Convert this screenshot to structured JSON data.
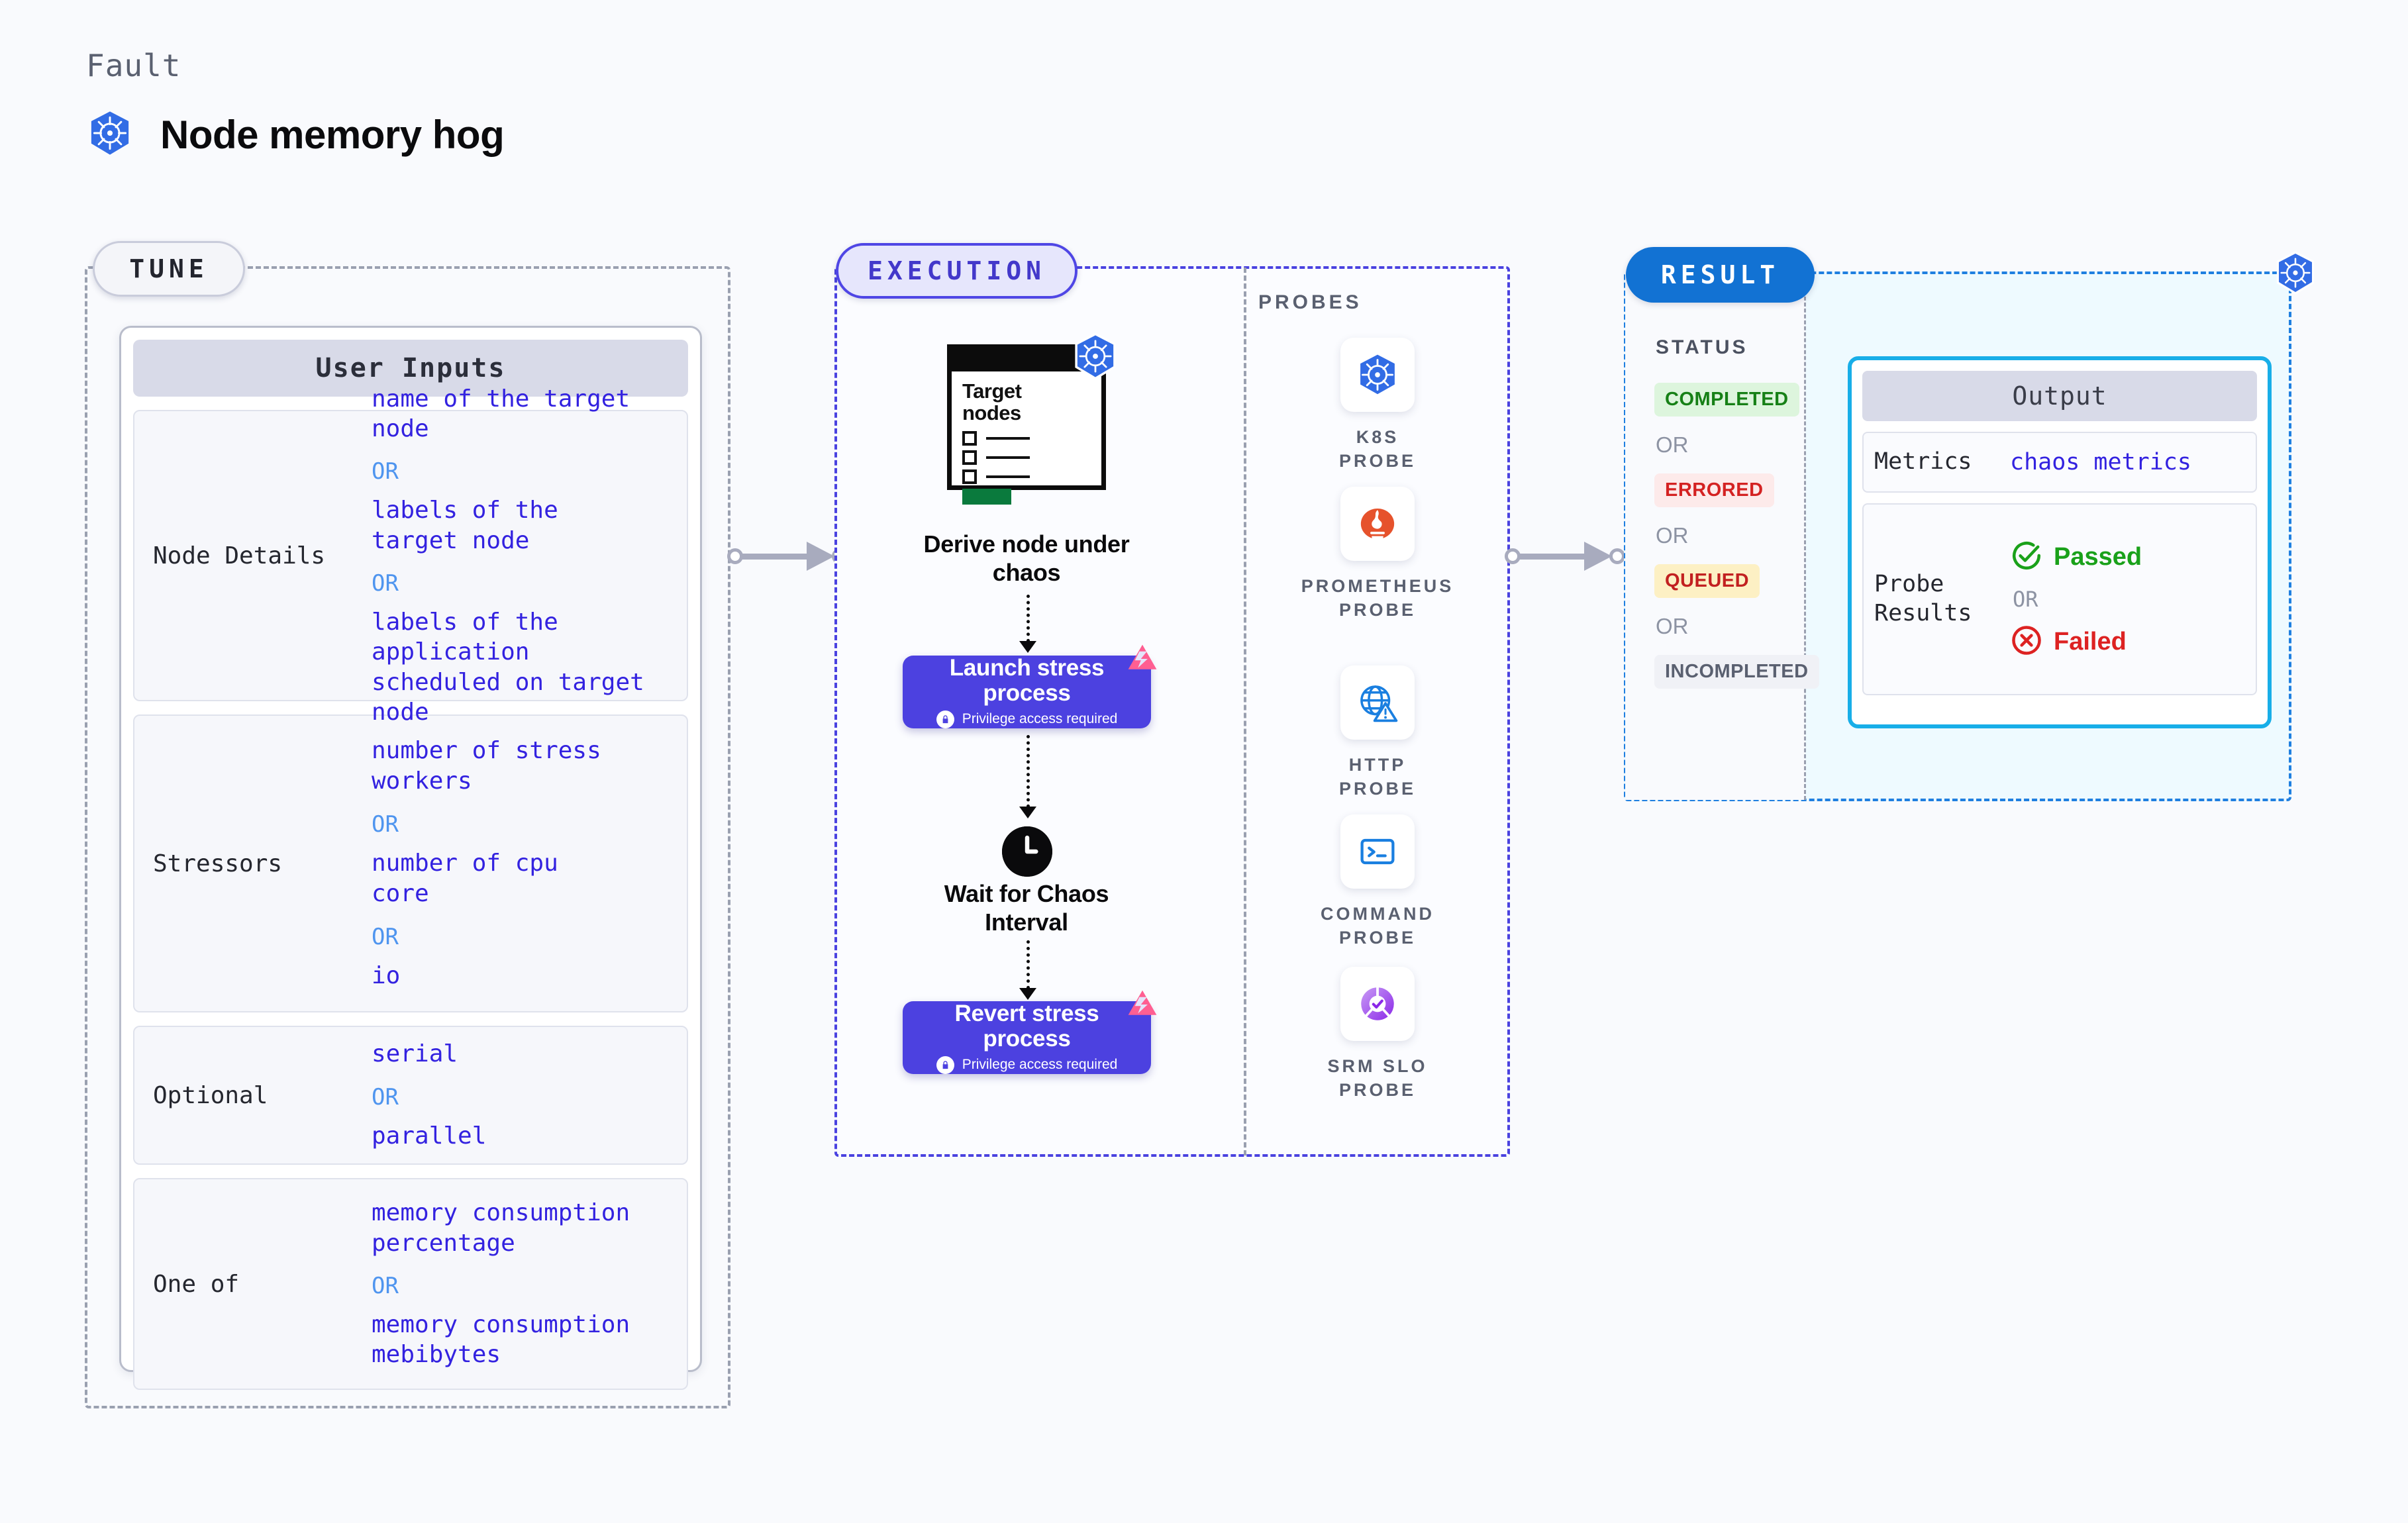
{
  "header": {
    "eyebrow": "Fault",
    "title": "Node memory hog",
    "icon": "kubernetes-icon"
  },
  "tune": {
    "tab_label": "TUNE",
    "card_title": "User Inputs",
    "rows": [
      {
        "key": "Node Details",
        "options": [
          "name of the target\nnode",
          "labels of the\ntarget node",
          "labels of the application\n scheduled on target node"
        ],
        "or_label": "OR"
      },
      {
        "key": "Stressors",
        "options": [
          "number of stress\nworkers",
          "number of cpu\ncore",
          "io"
        ],
        "or_label": "OR"
      },
      {
        "key": "Optional",
        "options": [
          "serial",
          "parallel"
        ],
        "or_label": "OR"
      },
      {
        "key": "One of",
        "options": [
          "memory consumption\npercentage",
          "memory consumption\nmebibytes"
        ],
        "or_label": "OR"
      }
    ]
  },
  "execution": {
    "tab_label": "EXECUTION",
    "node_window": {
      "title": "Target\nnodes",
      "badge_icon": "kubernetes-icon"
    },
    "steps": [
      {
        "caption": "Derive node under\nchaos"
      },
      {
        "title": "Launch stress\nprocess",
        "subtitle": "Privilege access required",
        "lock_icon": "lock-icon",
        "corner_icon": "litmus-chaos-icon"
      },
      {
        "caption": "Wait for Chaos\nInterval",
        "icon": "clock-icon"
      },
      {
        "title": "Revert stress\nprocess",
        "subtitle": "Privilege access required",
        "lock_icon": "lock-icon",
        "corner_icon": "litmus-chaos-icon"
      }
    ]
  },
  "probes": {
    "section_label": "PROBES",
    "items": [
      {
        "label": "K8S  PROBE",
        "icon": "kubernetes-icon"
      },
      {
        "label": "PROMETHEUS\nPROBE",
        "icon": "prometheus-icon"
      },
      {
        "label": "HTTP  PROBE",
        "icon": "globe-warning-icon"
      },
      {
        "label": "COMMAND\nPROBE",
        "icon": "terminal-icon"
      },
      {
        "label": "SRM  SLO\nPROBE",
        "icon": "slo-gauge-icon"
      }
    ]
  },
  "result": {
    "tab_label": "RESULT",
    "badge_icon": "kubernetes-icon",
    "status": {
      "label": "STATUS",
      "or_label": "OR",
      "badges": [
        {
          "text": "COMPLETED",
          "color": "#168016",
          "bg": "#ddf5dd"
        },
        {
          "text": "ERRORED",
          "color": "#d42222",
          "bg": "#fdeaea"
        },
        {
          "text": "QUEUED",
          "color": "#c22020",
          "bg": "#fdf0c4"
        },
        {
          "text": "INCOMPLETED",
          "color": "#5a6070",
          "bg": "#f0f1f6"
        }
      ]
    },
    "output": {
      "title": "Output",
      "metrics_key": "Metrics",
      "metrics_value": "chaos metrics",
      "probe_results_key": "Probe\nResults",
      "passed_label": "Passed",
      "failed_label": "Failed",
      "or_label": "OR",
      "passed_icon": "check-circle-icon",
      "failed_icon": "x-circle-icon"
    }
  },
  "colors": {
    "accent_indigo": "#4c41e0",
    "accent_blue": "#1272d3",
    "accent_cyan": "#18aee8",
    "k8s_blue": "#326ce5",
    "chaos_pink": "#ff5f92",
    "background": "#f9fafd"
  }
}
